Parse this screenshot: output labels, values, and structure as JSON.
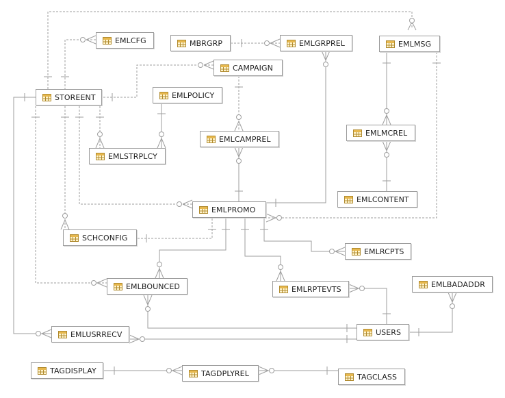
{
  "diagram": {
    "entities": {
      "emlcfg": "EMLCFG",
      "mbrgrp": "MBRGRP",
      "emlgrprel": "EMLGRPREL",
      "emlmsg": "EMLMSG",
      "campaign": "CAMPAIGN",
      "storeent": "STOREENT",
      "emlpolicy": "EMLPOLICY",
      "emlcamprel": "EMLCAMPREL",
      "emlmcrel": "EMLMCREL",
      "emlstrplcy": "EMLSTRPLCY",
      "emlcontent": "EMLCONTENT",
      "emlpromo": "EMLPROMO",
      "schconfig": "SCHCONFIG",
      "emlrcpts": "EMLRCPTS",
      "emlbounced": "EMLBOUNCED",
      "emlrptevts": "EMLRPTEVTS",
      "emlbadaddr": "EMLBADADDR",
      "users": "USERS",
      "emlusrrecv": "EMLUSRRECV",
      "tagdisplay": "TAGDISPLAY",
      "tagdplyrel": "TAGDPLYREL",
      "tagclass": "TAGCLASS"
    },
    "colors": {
      "line": "#9e9e9e",
      "box_border": "#9a9a9a",
      "icon_frame": "#b08a2e",
      "icon_header": "#e7b84e",
      "icon_body": "#fff4cc"
    },
    "icon": "table-icon"
  }
}
